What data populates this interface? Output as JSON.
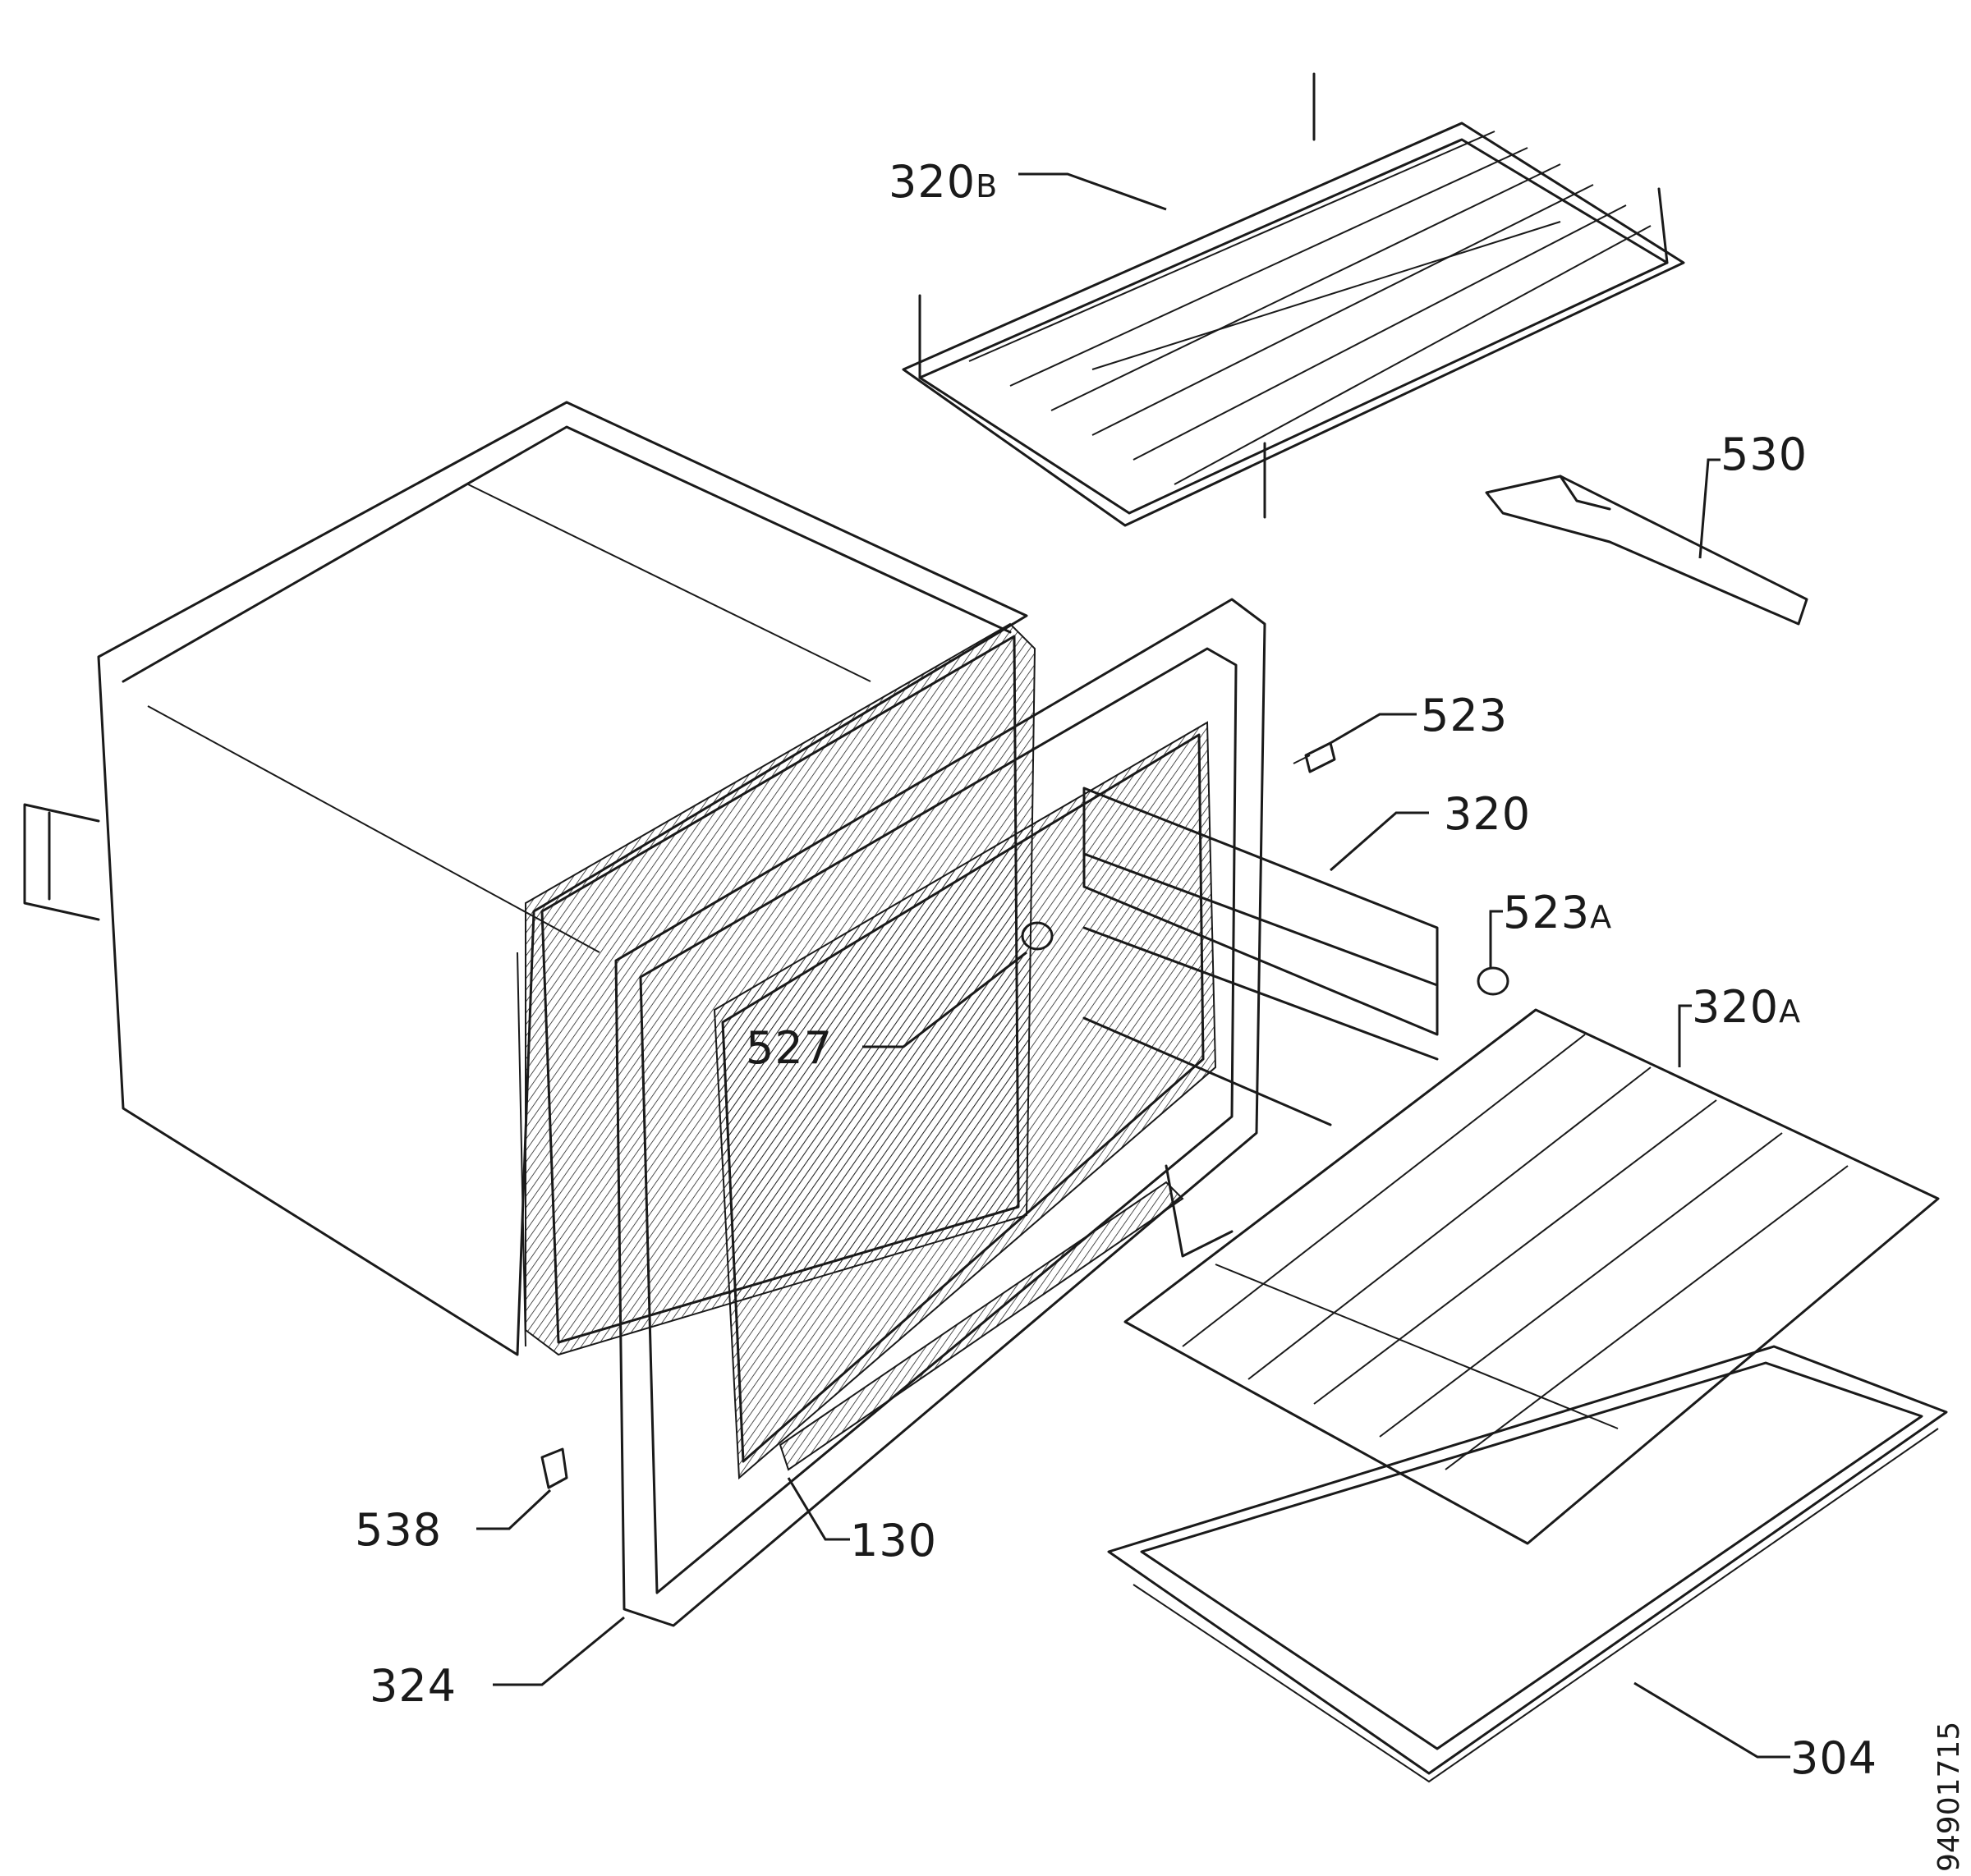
{
  "callouts": {
    "c320b": {
      "num": "320",
      "suffix": "B"
    },
    "c530": {
      "num": "530",
      "suffix": ""
    },
    "c523": {
      "num": "523",
      "suffix": ""
    },
    "c320": {
      "num": "320",
      "suffix": ""
    },
    "c523a": {
      "num": "523",
      "suffix": "A"
    },
    "c320a": {
      "num": "320",
      "suffix": "A"
    },
    "c527": {
      "num": "527",
      "suffix": ""
    },
    "c538": {
      "num": "538",
      "suffix": ""
    },
    "c130": {
      "num": "130",
      "suffix": ""
    },
    "c324": {
      "num": "324",
      "suffix": ""
    },
    "c304": {
      "num": "304",
      "suffix": ""
    }
  },
  "document_id": "94901715"
}
